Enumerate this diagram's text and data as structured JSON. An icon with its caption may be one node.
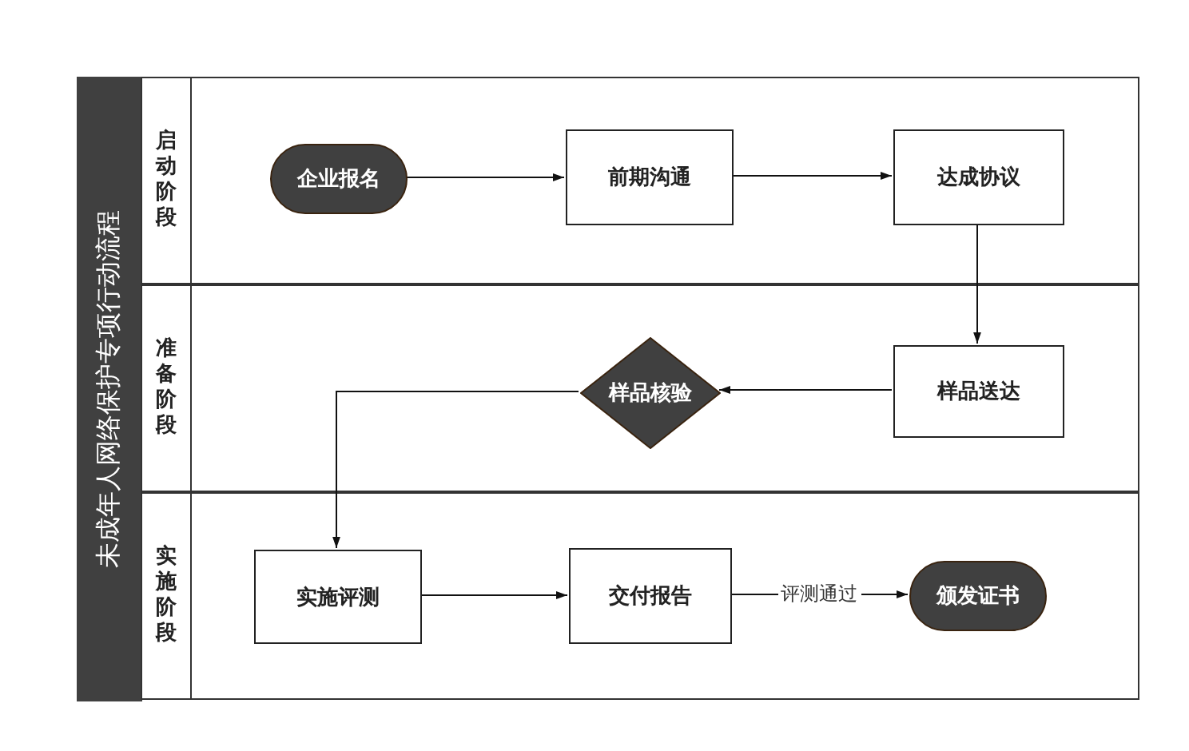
{
  "diagram": {
    "title": "未成年人网络保护专项行动流程",
    "nodes": [
      {
        "text": [
          "启动阶段"
        ]
      },
      {
        "text": [
          "准备阶段"
        ]
      },
      {
        "text": [
          "实施阶段"
        ]
      },
      {
        "text": [
          "企业报名"
        ],
        "in": 0
      },
      {
        "text": [
          "前期沟通"
        ],
        "in": 0
      },
      {
        "text": [
          "达成协议"
        ],
        "in": 0
      },
      {
        "text": [
          "样品送达"
        ],
        "in": 1
      },
      {
        "text": [
          "样品核验"
        ],
        "in": 1
      },
      {
        "text": [
          "实施评测"
        ],
        "in": 2
      },
      {
        "text": [
          "交付报告"
        ],
        "in": 2
      },
      {
        "text": [
          "颁发证书"
        ],
        "in": 2
      }
    ],
    "edges": [
      {
        "from": 3,
        "to": 4,
        "arrow": "to"
      },
      {
        "from": 4,
        "to": 5,
        "arrow": "to"
      },
      {
        "from": 5,
        "to": 6,
        "arrow": "to"
      },
      {
        "from": 6,
        "to": 7,
        "arrow": "to"
      },
      {
        "from": 7,
        "to": 8,
        "arrow": "to"
      },
      {
        "from": 8,
        "to": 9,
        "arrow": "to"
      },
      {
        "from": 9,
        "to": 10,
        "arrow": "to",
        "label": "评测通过"
      }
    ]
  }
}
